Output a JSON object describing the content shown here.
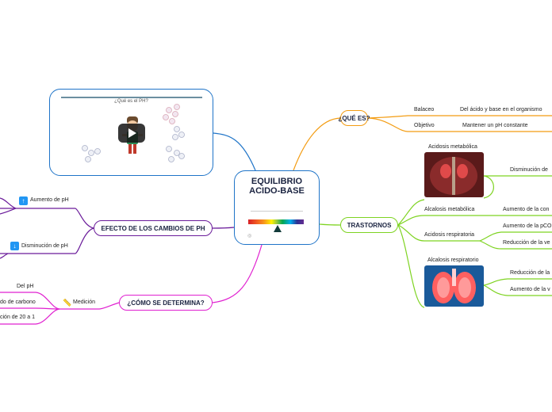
{
  "center": {
    "title_line1": "EQUILIBRIO",
    "title_line2": "ACIDO-BASE"
  },
  "video": {
    "title": "¿Qué es el PH?"
  },
  "branches": {
    "que_es": {
      "label": "¿QUÉ ES?",
      "color": "#f39c12",
      "items": [
        {
          "label": "Balaceo",
          "detail": "Del ácido y base en el organismo"
        },
        {
          "label": "Objetivo",
          "detail": "Mantener un pH constante"
        }
      ]
    },
    "trastornos": {
      "label": "TRASTORNOS",
      "color": "#7ed321",
      "items": [
        {
          "label": "Acidosis metabólica",
          "detail": "Disminución de"
        },
        {
          "label": "Alcalosis metabólica",
          "detail": "Aumento de la con"
        },
        {
          "label": "Acidosis respiratoria",
          "details": [
            "Aumento de la pCO",
            "Reducción de la ve"
          ]
        },
        {
          "label": "Alcalosis respiratorio",
          "details": [
            "Reducción de la",
            "Aumento de la v"
          ]
        }
      ]
    },
    "efecto": {
      "label": "EFECTO DE LOS CAMBIOS DE PH",
      "color": "#6a1b9a",
      "items": [
        {
          "label": "Aumento de pH",
          "icon": "arrow-up-icon"
        },
        {
          "label": "Disminución de pH",
          "icon": "arrow-down-icon"
        }
      ]
    },
    "como": {
      "label": "¿CÓMO SE DETERMINA?",
      "color": "#e020d0",
      "measure": "Medición",
      "items": [
        "Del pH",
        "do de carbono",
        "ción de 20 a 1"
      ]
    }
  }
}
